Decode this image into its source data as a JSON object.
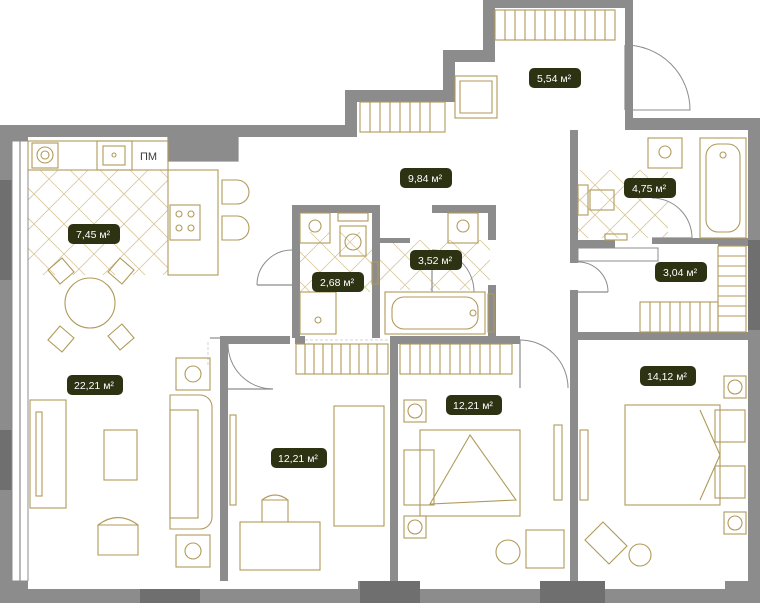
{
  "plan": {
    "rooms": [
      {
        "id": "balcony",
        "area": "5,54 м²"
      },
      {
        "id": "hall",
        "area": "9,84 м²"
      },
      {
        "id": "kitchen",
        "area": "7,45 м²"
      },
      {
        "id": "bath-master",
        "area": "4,75 м²"
      },
      {
        "id": "wc",
        "area": "2,68 м²"
      },
      {
        "id": "bath",
        "area": "3,52 м²"
      },
      {
        "id": "wardrobe",
        "area": "3,04 м²"
      },
      {
        "id": "living",
        "area": "22,21 м²"
      },
      {
        "id": "bedroom-left",
        "area": "12,21 м²"
      },
      {
        "id": "bedroom-middle",
        "area": "12,21 м²"
      },
      {
        "id": "bedroom-right",
        "area": "14,12 м²"
      }
    ],
    "appliance_label": "ПМ"
  }
}
